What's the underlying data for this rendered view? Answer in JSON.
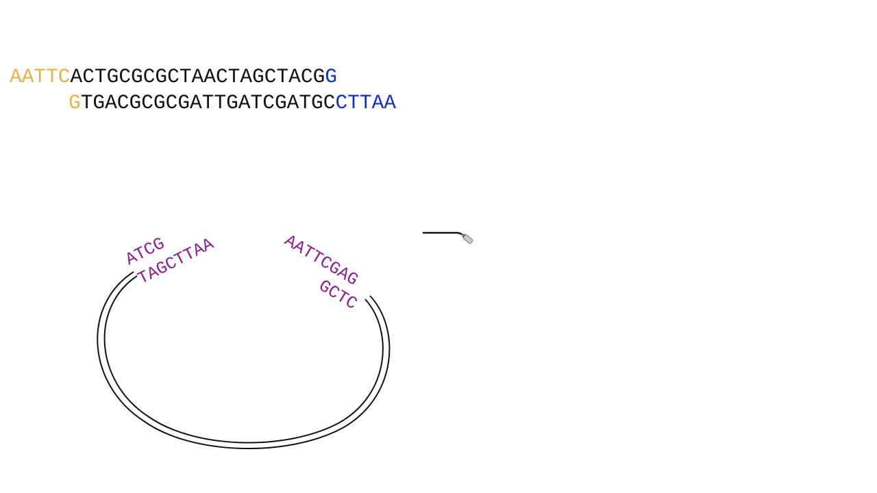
{
  "insert": {
    "top_strand": [
      {
        "text": "AATTC",
        "color": "#e8b24a"
      },
      {
        "text": "ACTGCGCGCTAACTAGCTACG",
        "color": "#111111"
      },
      {
        "text": "G",
        "color": "#1530c0"
      }
    ],
    "bottom_strand": [
      {
        "text": "G",
        "color": "#e8b24a"
      },
      {
        "text": "TGACGCGCGATTGATCGATGC",
        "color": "#111111"
      },
      {
        "text": "CTTAA",
        "color": "#1530c0"
      }
    ]
  },
  "plasmid": {
    "left_end": {
      "outer": "ATCG",
      "inner": "TAGCTTAA"
    },
    "right_end": {
      "outer": "AATTCGAG",
      "inner": "GCTC"
    },
    "color": "#8a1f8f"
  }
}
